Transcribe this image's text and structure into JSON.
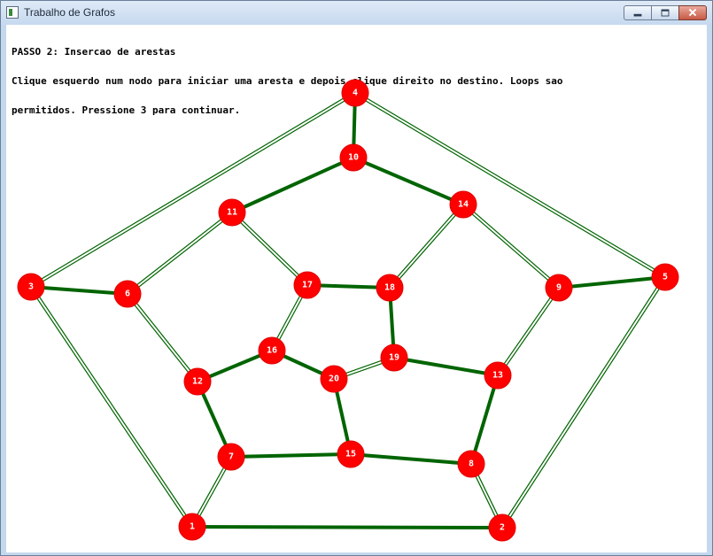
{
  "window": {
    "title": "Trabalho de Grafos",
    "controls": [
      "minimize-icon",
      "maximize-icon",
      "close-icon"
    ]
  },
  "instructions": {
    "line1": "PASSO 2: Insercao de arestas",
    "line2": "Clique esquerdo num nodo para iniciar uma aresta e depois clique direito no destino. Loops sao",
    "line3": "permitidos. Pressione 3 para continuar."
  },
  "colors": {
    "node": "#ff0000",
    "node_border": "#e00000",
    "edge": "#006400",
    "background": "#ffffff"
  },
  "graph": {
    "nodes": [
      {
        "id": "1",
        "label": "1"
      },
      {
        "id": "2",
        "label": "2"
      },
      {
        "id": "3",
        "label": "3"
      },
      {
        "id": "4",
        "label": "4"
      },
      {
        "id": "5",
        "label": "5"
      },
      {
        "id": "6",
        "label": "6"
      },
      {
        "id": "7",
        "label": "7"
      },
      {
        "id": "8",
        "label": "8"
      },
      {
        "id": "9",
        "label": "9"
      },
      {
        "id": "10",
        "label": "10"
      },
      {
        "id": "11",
        "label": "11"
      },
      {
        "id": "12",
        "label": "12"
      },
      {
        "id": "13",
        "label": "13"
      },
      {
        "id": "14",
        "label": "14"
      },
      {
        "id": "15",
        "label": "15"
      },
      {
        "id": "16",
        "label": "16"
      },
      {
        "id": "17",
        "label": "17"
      },
      {
        "id": "18",
        "label": "18"
      },
      {
        "id": "19",
        "label": "19"
      },
      {
        "id": "20",
        "label": "20"
      }
    ],
    "edges": [
      {
        "from": "4",
        "to": "3",
        "style": "double"
      },
      {
        "from": "4",
        "to": "5",
        "style": "double"
      },
      {
        "from": "4",
        "to": "10",
        "style": "solid"
      },
      {
        "from": "3",
        "to": "1",
        "style": "double"
      },
      {
        "from": "3",
        "to": "6",
        "style": "solid"
      },
      {
        "from": "5",
        "to": "2",
        "style": "double"
      },
      {
        "from": "5",
        "to": "9",
        "style": "solid"
      },
      {
        "from": "1",
        "to": "2",
        "style": "solid"
      },
      {
        "from": "1",
        "to": "7",
        "style": "double"
      },
      {
        "from": "2",
        "to": "8",
        "style": "double"
      },
      {
        "from": "10",
        "to": "11",
        "style": "solid"
      },
      {
        "from": "10",
        "to": "14",
        "style": "solid"
      },
      {
        "from": "11",
        "to": "6",
        "style": "double"
      },
      {
        "from": "11",
        "to": "17",
        "style": "double"
      },
      {
        "from": "14",
        "to": "9",
        "style": "double"
      },
      {
        "from": "14",
        "to": "18",
        "style": "double"
      },
      {
        "from": "6",
        "to": "12",
        "style": "double"
      },
      {
        "from": "9",
        "to": "13",
        "style": "double"
      },
      {
        "from": "12",
        "to": "7",
        "style": "solid"
      },
      {
        "from": "12",
        "to": "16",
        "style": "solid"
      },
      {
        "from": "13",
        "to": "8",
        "style": "solid"
      },
      {
        "from": "13",
        "to": "19",
        "style": "solid"
      },
      {
        "from": "7",
        "to": "15",
        "style": "solid"
      },
      {
        "from": "15",
        "to": "8",
        "style": "solid"
      },
      {
        "from": "15",
        "to": "20",
        "style": "solid"
      },
      {
        "from": "17",
        "to": "18",
        "style": "solid"
      },
      {
        "from": "17",
        "to": "16",
        "style": "double"
      },
      {
        "from": "18",
        "to": "19",
        "style": "solid"
      },
      {
        "from": "16",
        "to": "20",
        "style": "solid"
      },
      {
        "from": "20",
        "to": "19",
        "style": "double"
      }
    ]
  }
}
